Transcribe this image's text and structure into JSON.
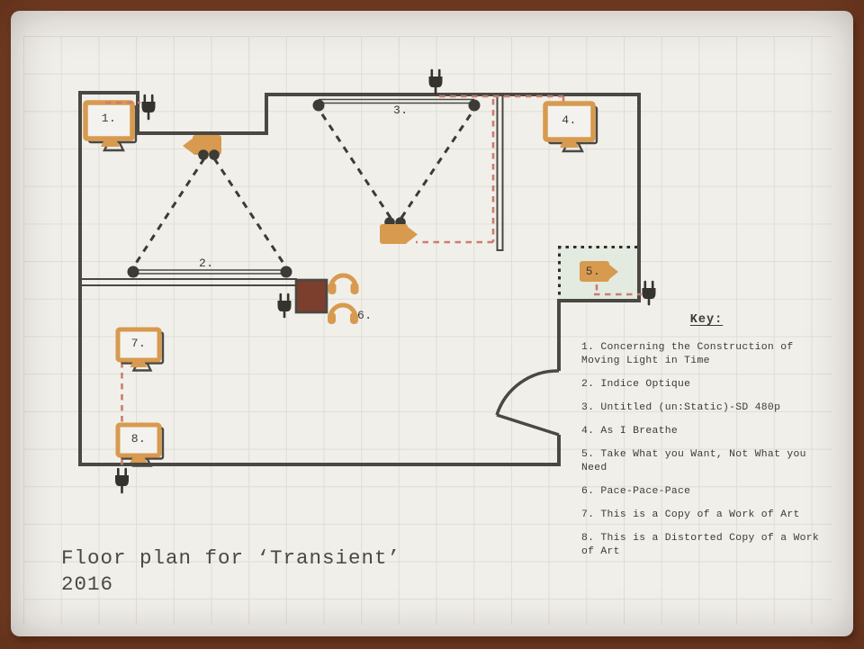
{
  "title": {
    "line1": "Floor plan for ‘Transient’",
    "line2": "2016"
  },
  "key": {
    "heading": "Key:",
    "items": [
      "1. Concerning the Construction of Moving Light in Time",
      "2. Indice Optique",
      "3. Untitled (un:Static)-SD 480p",
      "4. As I Breathe",
      "5. Take What you Want, Not What you Need",
      "6. Pace-Pace-Pace",
      "7. This is a Copy of a Work of Art",
      "8. This is a Distorted Copy of a Work of Art"
    ]
  },
  "plan": {
    "labels": {
      "monitor1": "1.",
      "screen2": "2.",
      "screen3": "3.",
      "monitor4": "4.",
      "camera5": "5.",
      "headphones6": "6.",
      "monitor7": "7.",
      "monitor8": "8."
    },
    "colors": {
      "frame_brown": "#7b4126",
      "paper": "#f1efea",
      "wall_gray": "#4a4843",
      "accent_orange": "#d79a4f",
      "cable_red": "#c97e6d",
      "booth_green": "#e3eae0",
      "box_brown": "#7c3e2d",
      "ink": "#3b3a35"
    }
  }
}
